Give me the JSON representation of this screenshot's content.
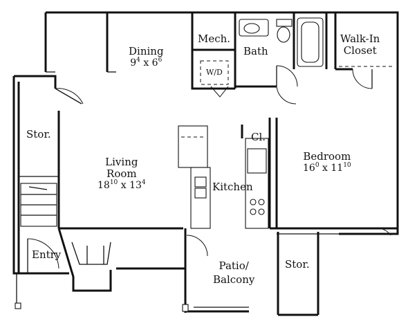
{
  "rooms": {
    "dining": {
      "name": "Dining",
      "width_ft": "9",
      "width_in": "4",
      "length_ft": "6",
      "length_in": "6"
    },
    "living": {
      "name_line1": "Living",
      "name_line2": "Room",
      "width_ft": "18",
      "width_in": "10",
      "length_ft": "13",
      "length_in": "4"
    },
    "bedroom": {
      "name": "Bedroom",
      "width_ft": "16",
      "width_in": "0",
      "length_ft": "11",
      "length_in": "10"
    },
    "kitchen": {
      "name": "Kitchen"
    },
    "bath": {
      "name": "Bath"
    },
    "mech": {
      "name": "Mech."
    },
    "walkin": {
      "name_line1": "Walk-In",
      "name_line2": "Closet"
    },
    "storage_left": {
      "name": "Stor."
    },
    "storage_right": {
      "name": "Stor."
    },
    "closet": {
      "name": "Cl."
    },
    "entry": {
      "name": "Entry"
    },
    "patio": {
      "name_line1": "Patio/",
      "name_line2": "Balcony"
    },
    "washer_dryer": {
      "name": "W/D"
    }
  },
  "dimension_separator": "x"
}
